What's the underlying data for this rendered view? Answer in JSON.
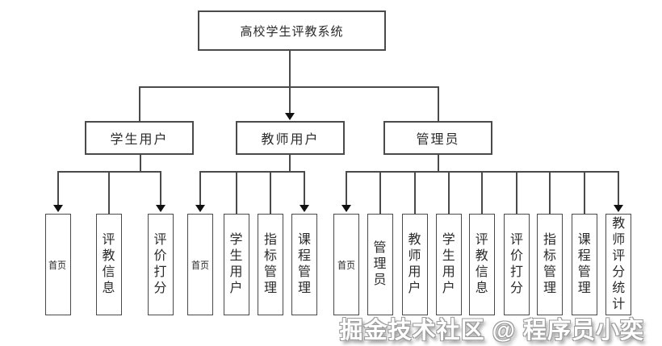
{
  "diagram": {
    "root": {
      "label": "高校学生评教系统"
    },
    "branches": [
      {
        "label": "学生用户",
        "children": [
          "首页",
          "评教信息",
          "评价打分"
        ]
      },
      {
        "label": "教师用户",
        "children": [
          "首页",
          "学生用户",
          "指标管理",
          "课程管理"
        ]
      },
      {
        "label": "管理员",
        "children": [
          "首页",
          "管理员",
          "教师用户",
          "学生用户",
          "评教信息",
          "评价打分",
          "指标管理",
          "课程管理",
          "教师评分统计"
        ]
      }
    ]
  },
  "watermark": {
    "text": "掘金技术社区 @ 程序员小奕"
  },
  "colors": {
    "background": "#ffffff",
    "line": "#4a4a4a",
    "border": "#4a4a4a",
    "fill": "#ffffff",
    "arrow": "#111111",
    "watermark_fill": "#ffffff",
    "watermark_outline": "#9c9c9c"
  }
}
